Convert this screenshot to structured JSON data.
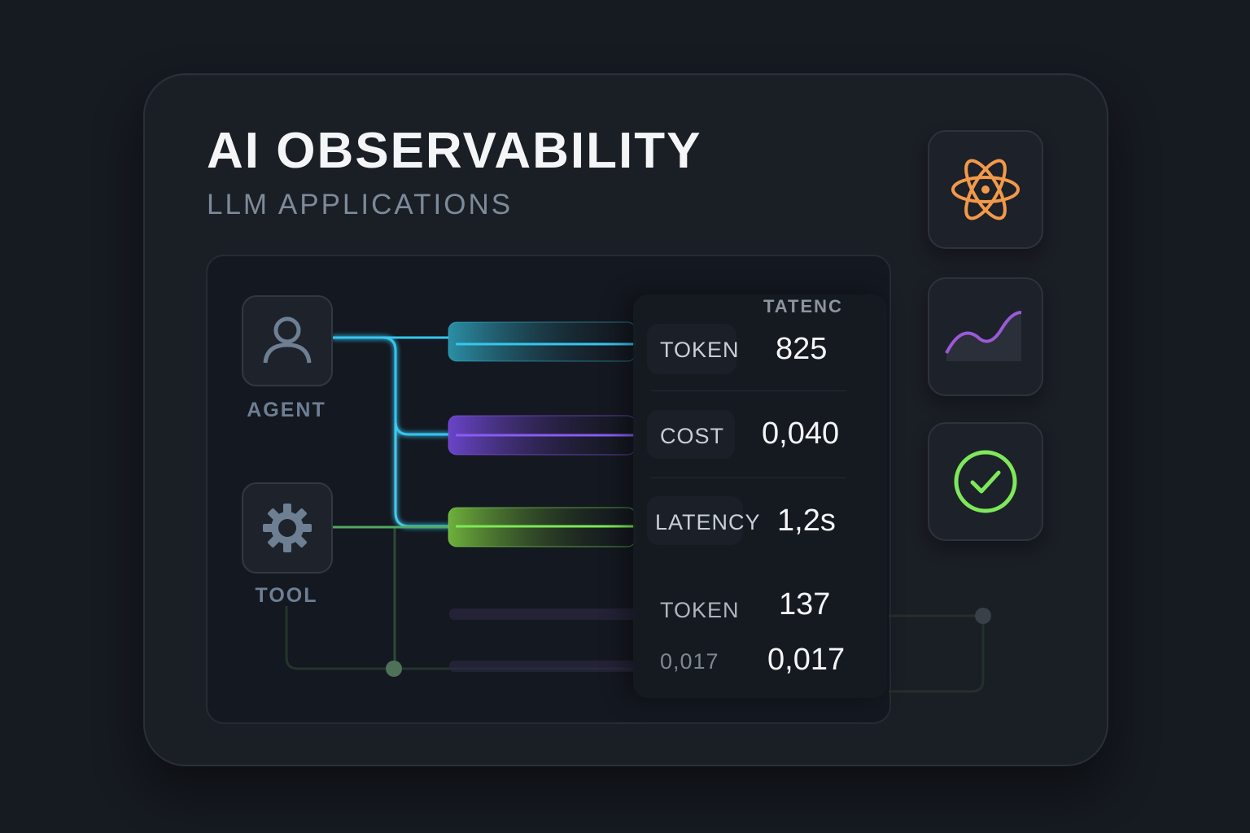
{
  "header": {
    "title": "AI OBSERVABILITY",
    "subtitle": "LLM APPLICATIONS"
  },
  "nodes": {
    "agent": "AGENT",
    "tool": "TOOL"
  },
  "metrics": {
    "header": "TATENC",
    "rows": [
      {
        "label": "TOKEN",
        "value": "825"
      },
      {
        "label": "COST",
        "value": "0,040"
      },
      {
        "label": "LATENCY",
        "value": "1,2s"
      },
      {
        "label": "TOKEN",
        "value": "137"
      },
      {
        "label": "0,017",
        "value": "0,017"
      }
    ]
  },
  "colors": {
    "cyan": "#36c6f0",
    "purple": "#8a5cf0",
    "green": "#7ee85a",
    "orange": "#f2994a",
    "check": "#7ee85a"
  },
  "side_icons": [
    "atom-icon",
    "line-chart-icon",
    "check-circle-icon"
  ]
}
